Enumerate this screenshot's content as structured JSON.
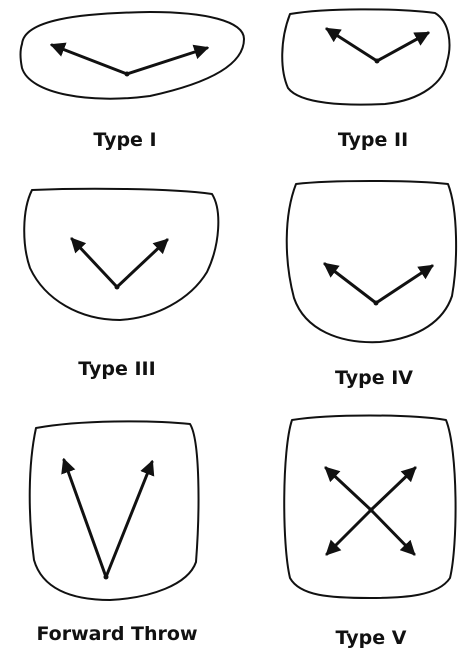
{
  "diagrams": [
    {
      "key": "type_1",
      "label": "Type I"
    },
    {
      "key": "type_2",
      "label": "Type II"
    },
    {
      "key": "type_3",
      "label": "Type III"
    },
    {
      "key": "type_4",
      "label": "Type IV"
    },
    {
      "key": "forward_throw",
      "label": "Forward Throw"
    },
    {
      "key": "type_5",
      "label": "Type V"
    }
  ],
  "colors": {
    "ink": "#111111",
    "background": "#ffffff"
  }
}
